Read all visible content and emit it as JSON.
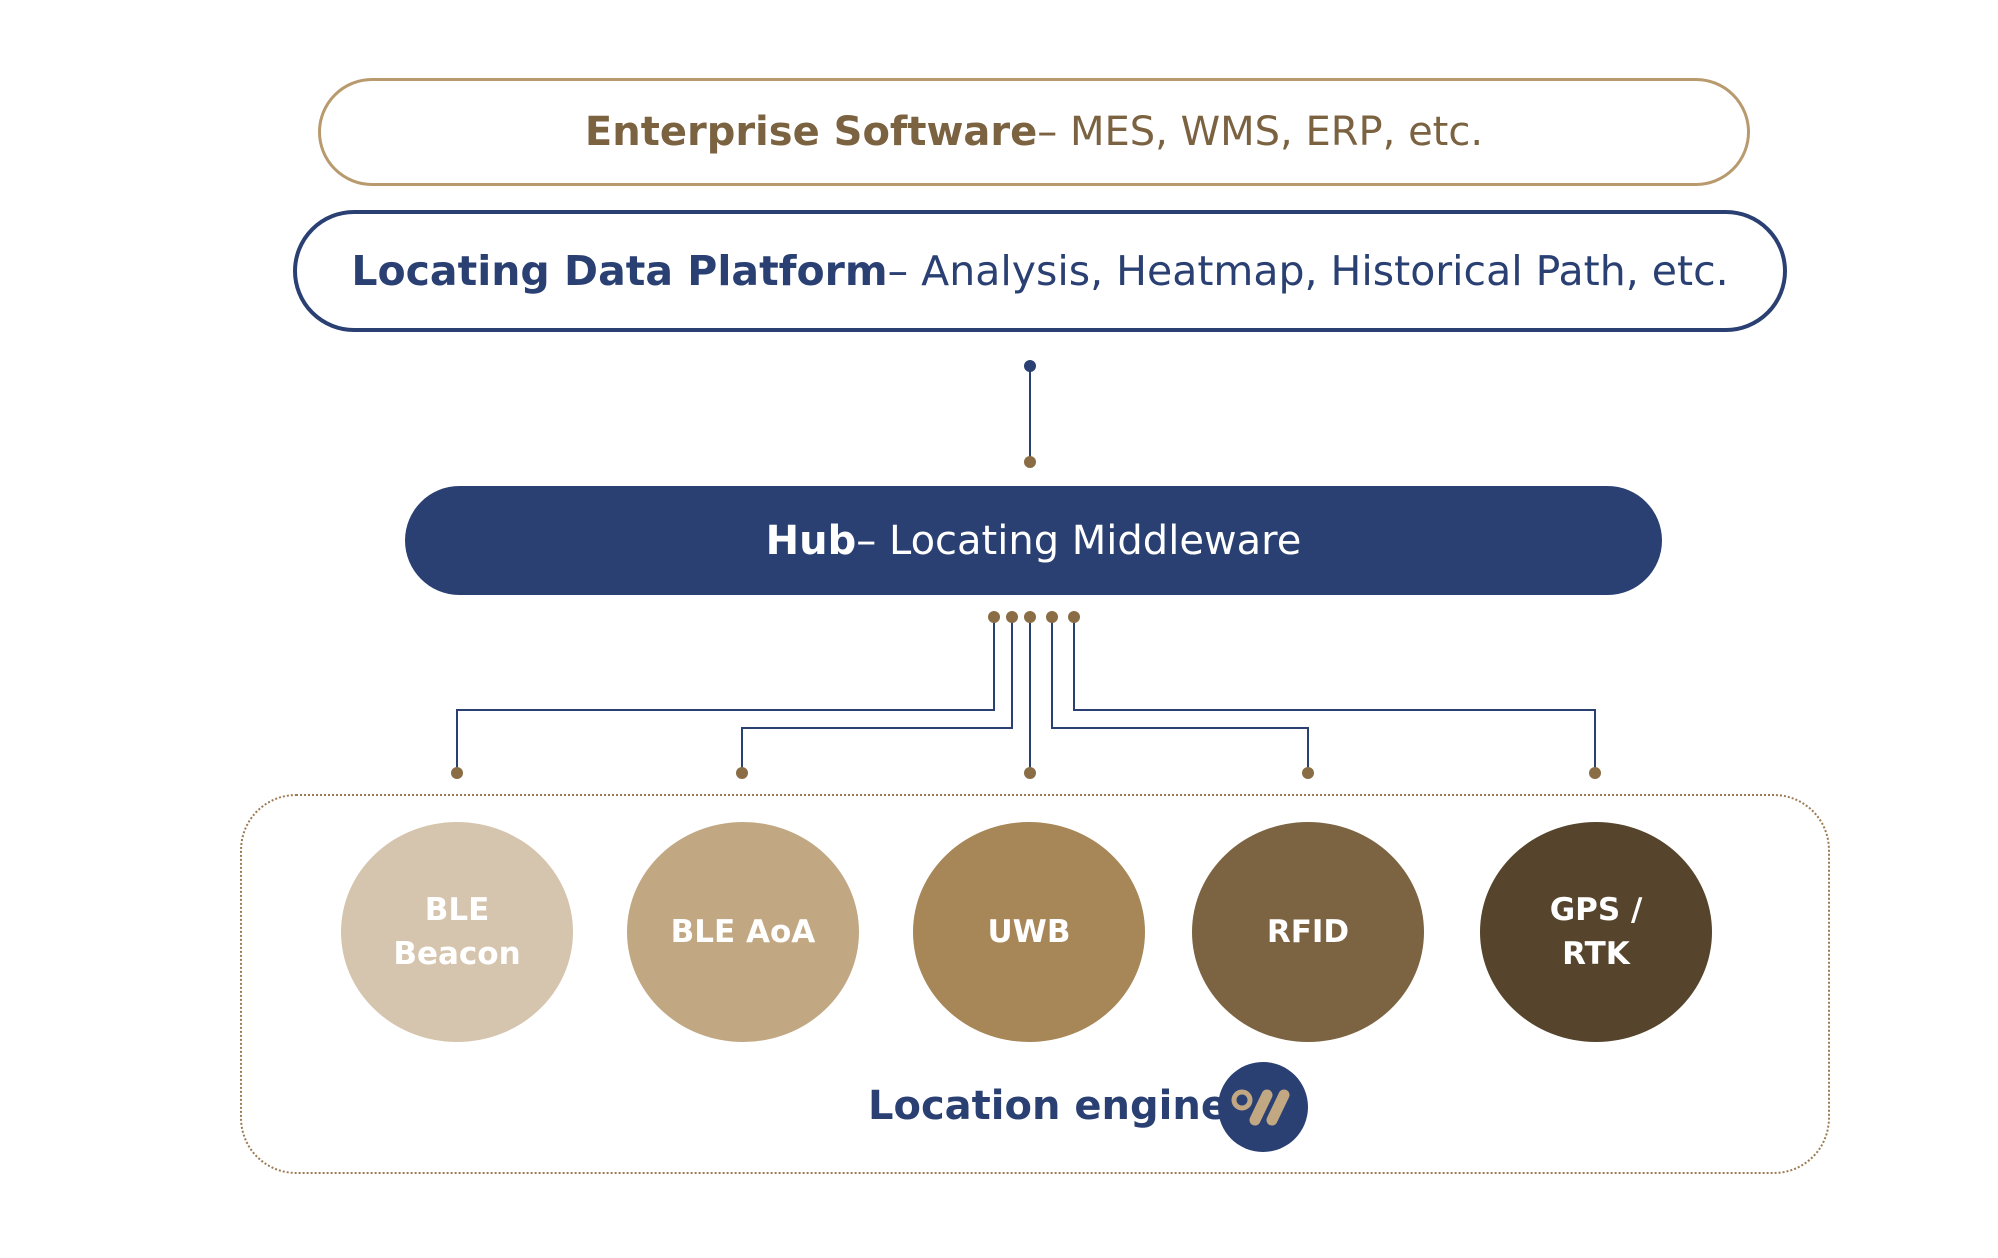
{
  "layers": {
    "enterprise": {
      "title": "Enterprise Software",
      "detail": " – MES, WMS, ERP, etc."
    },
    "platform": {
      "title": "Locating Data Platform",
      "detail": " – Analysis, Heatmap, Historical Path, etc."
    },
    "hub": {
      "title": "Hub",
      "detail": " – Locating Middleware"
    }
  },
  "technologies": [
    {
      "label": "BLE\nBeacon",
      "color": "#d6c5ae"
    },
    {
      "label": "BLE AoA",
      "color": "#c1a883"
    },
    {
      "label": "UWB",
      "color": "#a78758"
    },
    {
      "label": "RFID",
      "color": "#7c6341"
    },
    {
      "label": "GPS /\nRTK",
      "color": "#56452c"
    }
  ],
  "engine": {
    "label": "Location engine",
    "logo_icon": "location-engine-logo-icon"
  },
  "colors": {
    "navy": "#2a4073",
    "gold": "#8a6d45",
    "gold_light": "#b89a6e"
  }
}
